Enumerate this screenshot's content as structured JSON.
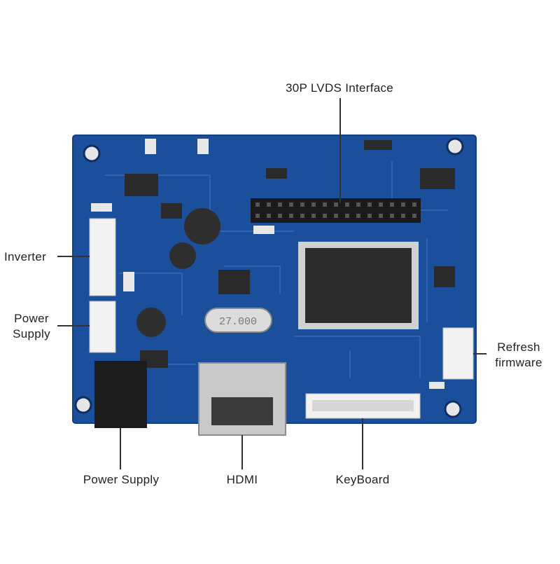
{
  "labels": {
    "lvds": "30P LVDS Interface",
    "inverter": "Inverter",
    "power_supply_left": "Power\nSupply",
    "refresh": "Refresh\nfirmware",
    "power_supply_bottom": "Power Supply",
    "hdmi": "HDMI",
    "keyboard": "KeyBoard"
  },
  "chip_marking": "27.000",
  "colors": {
    "board": "#1b4f9c",
    "board_edge": "#163f80",
    "trace": "#2a64b8",
    "connector": "#f2f2f2",
    "chip": "#2b2b2b",
    "leader": "#333333"
  }
}
